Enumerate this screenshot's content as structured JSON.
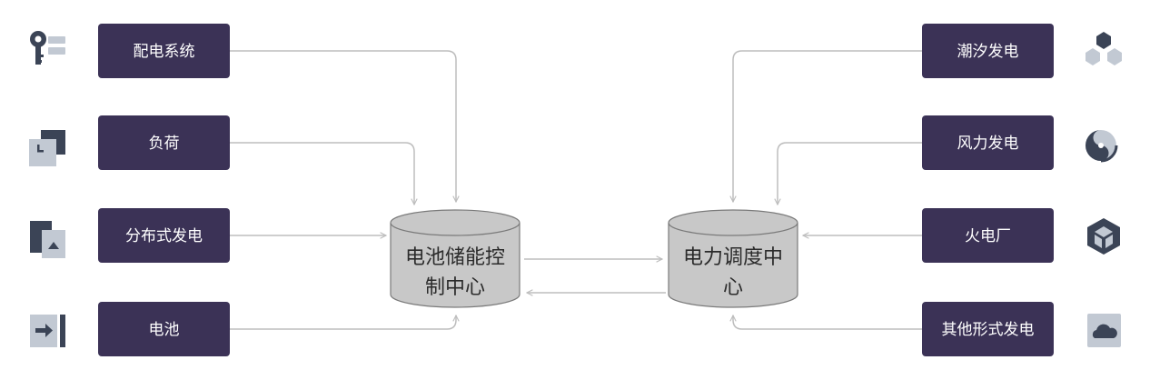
{
  "colors": {
    "box_fill": "#3b3256",
    "icon_dark": "#3b4456",
    "icon_light": "#c2c9d3",
    "cylinder_fill": "#c8c8c8",
    "cylinder_stroke": "#7a7a7a",
    "arrow": "#bdbdbd"
  },
  "left_sources": [
    {
      "label": "配电系统",
      "icon": "key-icon"
    },
    {
      "label": "负荷",
      "icon": "copy-icon"
    },
    {
      "label": "分布式发电",
      "icon": "pages-icon"
    },
    {
      "label": "电池",
      "icon": "sign-in-icon"
    }
  ],
  "right_sources": [
    {
      "label": "潮汐发电",
      "icon": "cubes-icon"
    },
    {
      "label": "风力发电",
      "icon": "swirl-icon"
    },
    {
      "label": "火电厂",
      "icon": "hexagon-box-icon"
    },
    {
      "label": "其他形式发电",
      "icon": "cloud-icon"
    }
  ],
  "storage_center": {
    "line1": "电池储能控",
    "line2": "制中心"
  },
  "dispatch_center": {
    "line1": "电力调度中",
    "line2": "心"
  }
}
